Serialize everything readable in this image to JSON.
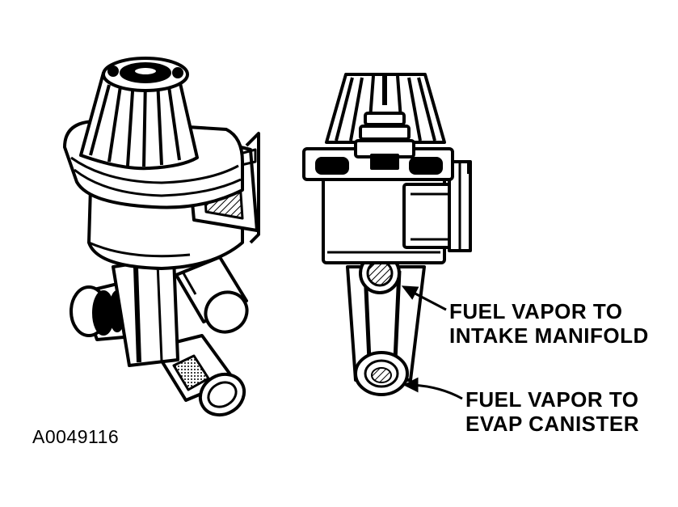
{
  "figure": {
    "id": "A0049116"
  },
  "callouts": {
    "intake": {
      "line1": "FUEL VAPOR TO",
      "line2": "INTAKE MANIFOLD"
    },
    "evap": {
      "line1": "FUEL VAPOR TO",
      "line2": "EVAP CANISTER"
    }
  },
  "colors": {
    "ink": "#000000",
    "paper": "#ffffff"
  }
}
